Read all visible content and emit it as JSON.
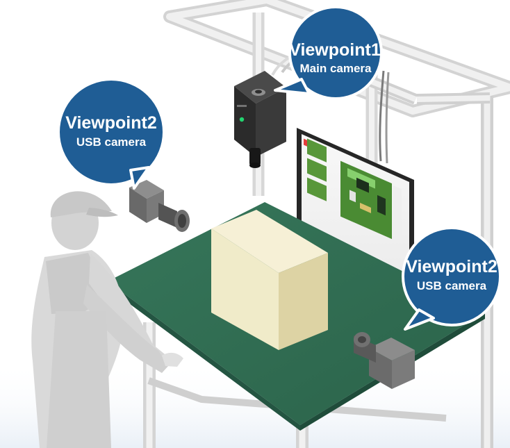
{
  "labels": {
    "main_camera": {
      "title": "Viewpoint1",
      "subtitle": "Main camera"
    },
    "usb_camera_left": {
      "title": "Viewpoint2",
      "subtitle": "USB camera"
    },
    "usb_camera_right": {
      "title": "Viewpoint2",
      "subtitle": "USB camera"
    }
  },
  "colors": {
    "bubble_fill": "#1f5d95",
    "bubble_stroke": "#ffffff",
    "table_top": "#2f6b51",
    "table_edge": "#245542",
    "frame": "#e1e1e1",
    "frame_shadow": "#c4c4c4",
    "box_front": "#f0ebc9",
    "box_side": "#ddd4a5",
    "box_top": "#f7f1d8",
    "usb_camera": "#7c7c7c",
    "main_camera": "#2a2a2a",
    "monitor": "#222222",
    "screen_pcb": "#4d8d35",
    "person": "#cfcfcf"
  },
  "icons": {
    "main_camera": "camera-icon",
    "usb_camera_left": "usb-camera-icon",
    "usb_camera_right": "usb-camera-icon",
    "monitor": "monitor-icon",
    "worker": "person-icon",
    "box": "box-icon"
  }
}
